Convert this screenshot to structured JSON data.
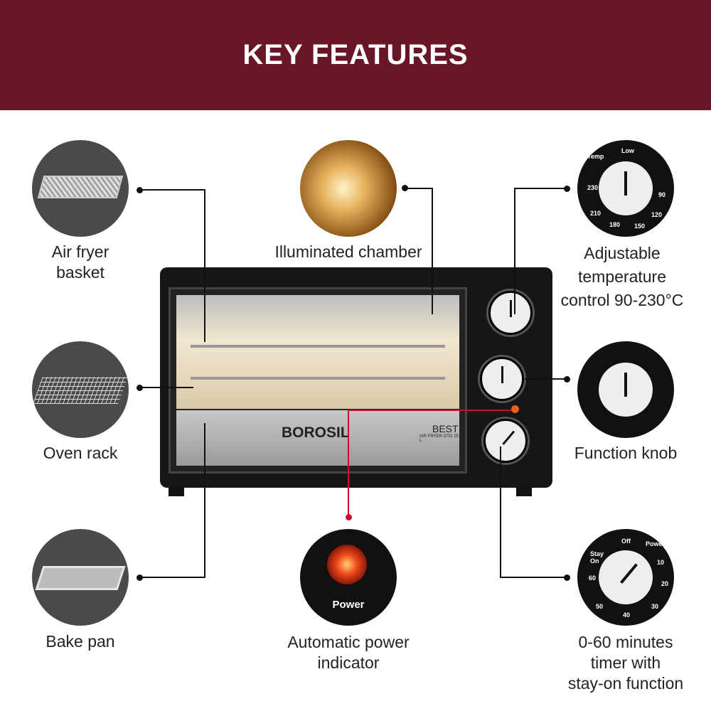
{
  "header": {
    "title": "KEY FEATURES"
  },
  "features": {
    "air_fryer_basket": "Air fryer\nbasket",
    "oven_rack": "Oven rack",
    "bake_pan": "Bake pan",
    "illuminated_chamber": "Illuminated chamber",
    "power_indicator": "Automatic power\nindicator",
    "temperature": "Adjustable\ntemperature\ncontrol 90-230°C",
    "function_knob": "Function knob",
    "timer": "0-60 minutes\ntimer with\nstay-on function"
  },
  "oven": {
    "brand": "BOROSIL",
    "model": "BEST",
    "model_sub": "AIR FRYER OTG 25 L"
  },
  "temp_knob": {
    "title": "Temp",
    "labels": [
      "Low",
      "90",
      "120",
      "150",
      "180",
      "210",
      "230"
    ]
  },
  "timer_knob": {
    "labels": [
      "Stay On",
      "Off",
      "Power",
      "10",
      "20",
      "30",
      "40",
      "50",
      "60"
    ]
  },
  "power_circle": {
    "label": "Power"
  },
  "colors": {
    "header": "#6a1629",
    "indicator": "#d8261c"
  }
}
